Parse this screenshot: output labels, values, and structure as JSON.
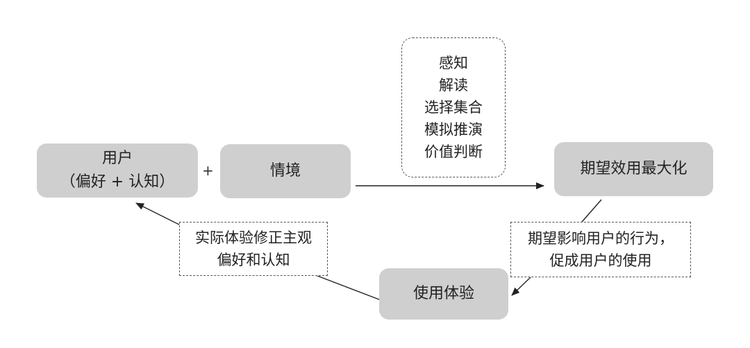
{
  "nodes": {
    "user": {
      "line1": "用户",
      "line2": "（偏好 + 认知）"
    },
    "context": "情境",
    "utility": "期望效用最大化",
    "experience": "使用体验"
  },
  "operator_plus": "+",
  "process_steps": [
    "感知",
    "解读",
    "选择集合",
    "模拟推演",
    "价值判断"
  ],
  "labels": {
    "expectation_influence": {
      "line1": "期望影响用户的行为，",
      "line2": "促成用户的使用"
    },
    "experience_correction": {
      "line1": "实际体验修正主观",
      "line2": "偏好和认知"
    }
  },
  "colors": {
    "box_fill": "#cfcfcf",
    "line": "#222222",
    "dash": "#555555"
  }
}
